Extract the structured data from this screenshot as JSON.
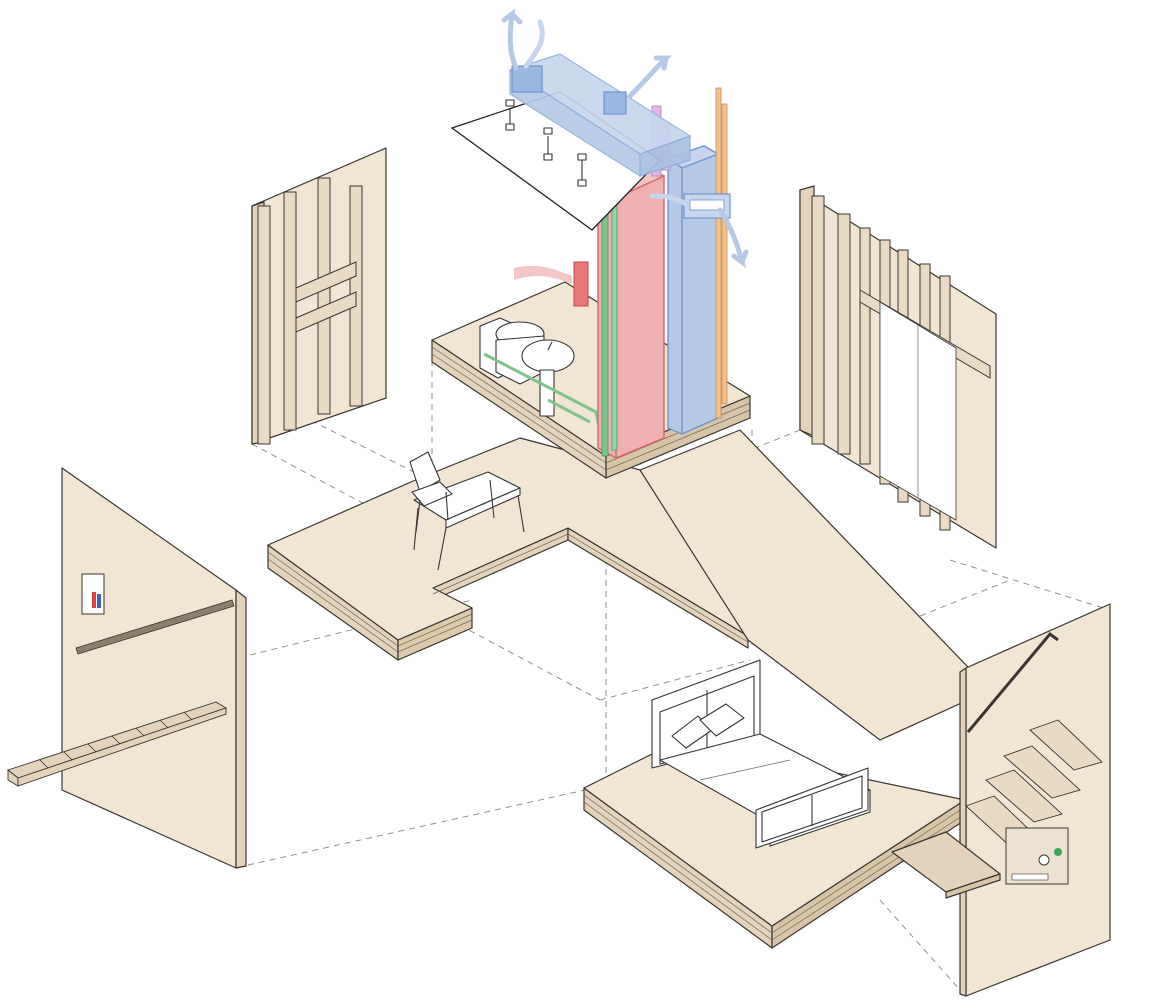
{
  "colors": {
    "wood_face": "#f1e6d4",
    "wood_side": "#e3d3ba",
    "wood_dark": "#cdb99b",
    "line": "#3a3530",
    "supply_duct_blue": "#b5c9e6",
    "supply_duct_blue_edge": "#6f95cf",
    "exhaust_red": "#eeb0b0",
    "exhaust_red_edge": "#d86565",
    "water_pipe_green": "#7fc48a",
    "pipe_pink": "#e4b6e6",
    "pipe_orange": "#f2c08e",
    "background": "#ffffff"
  },
  "diagram": {
    "components": [
      {
        "name": "ceiling-plane-with-pendant-lights",
        "icon": "ceiling-lights-icon"
      },
      {
        "name": "ventilation-duct-network",
        "icon": "duct-icon"
      },
      {
        "name": "service-core-shaft",
        "icon": "shaft-icon"
      },
      {
        "name": "bathroom-pod-with-toilet-and-sink",
        "icon": "toilet-icon"
      },
      {
        "name": "desk-and-chair",
        "icon": "desk-icon"
      },
      {
        "name": "l-shaped-floor-platform",
        "icon": "floor-icon"
      },
      {
        "name": "bed-platform",
        "icon": "bed-icon"
      },
      {
        "name": "left-wall-with-stair",
        "icon": "stair-icon"
      },
      {
        "name": "right-wall-with-stair",
        "icon": "stair-icon"
      },
      {
        "name": "timber-frame-wall-left",
        "icon": "wall-frame-icon"
      },
      {
        "name": "timber-frame-wall-right",
        "icon": "wall-frame-icon"
      }
    ]
  }
}
